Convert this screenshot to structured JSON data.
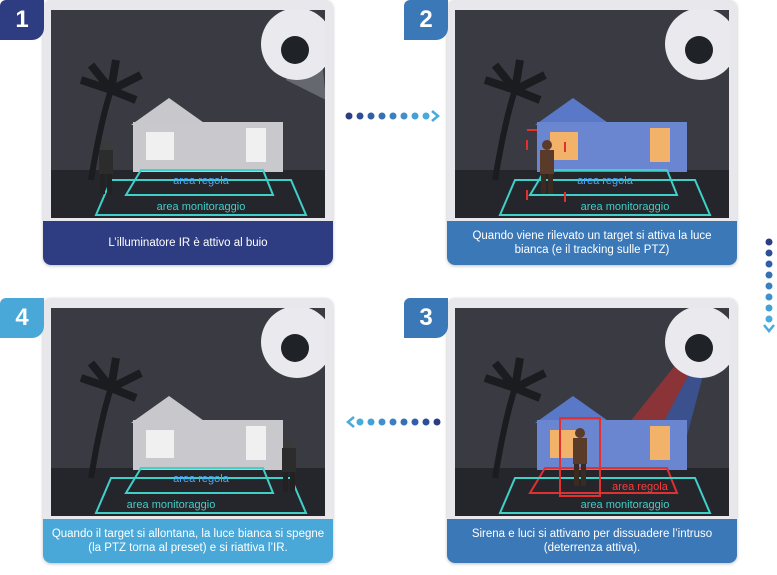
{
  "steps": [
    {
      "number": "1",
      "caption": "L’illuminatore IR è attivo al buio",
      "area_label": "area regola",
      "monitor_label": "area monitoraggio"
    },
    {
      "number": "2",
      "caption": "Quando viene rilevato un target si attiva la luce bianca (e il tracking sulle PTZ)",
      "area_label": "area regola",
      "monitor_label": "area monitoraggio"
    },
    {
      "number": "3",
      "caption": "Sirena e luci si attivano per dissuadere l’intruso (deterrenza attiva).",
      "area_label": "area regola",
      "monitor_label": "area monitoraggio"
    },
    {
      "number": "4",
      "caption": "Quando il target si allontana, la luce bianca si spegne (la PTZ torna al preset) e si riattiva l’IR.",
      "area_label": "area regola",
      "monitor_label": "area monitoraggio"
    }
  ],
  "colors": {
    "dark_blue": "#2e3d82",
    "mid_blue": "#3a78b8",
    "light_blue": "#4aa8d8",
    "night": "#2b2d33"
  }
}
